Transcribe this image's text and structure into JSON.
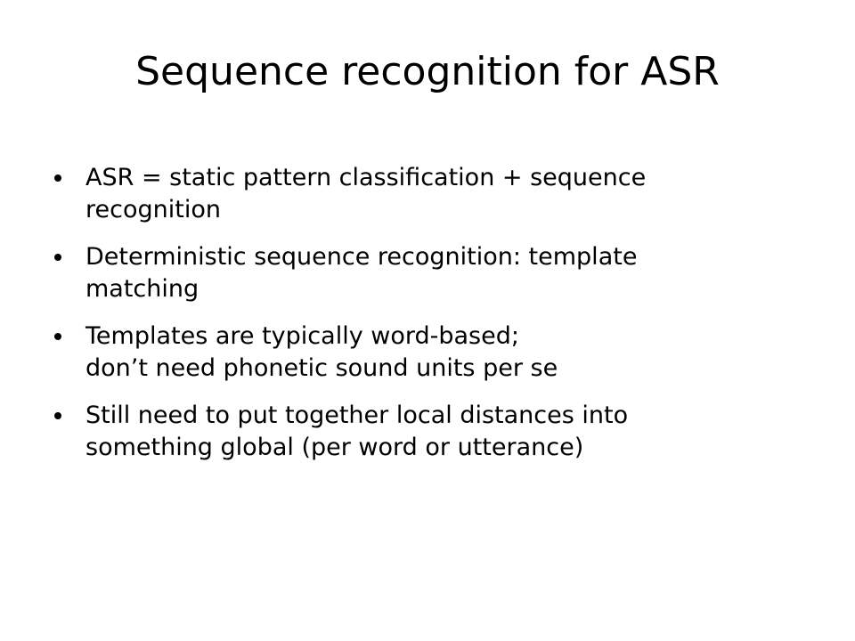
{
  "slide": {
    "title": "Sequence recognition for ASR",
    "bullets": [
      {
        "lines": [
          "ASR = static pattern classification + sequence",
          "recognition"
        ]
      },
      {
        "lines": [
          "Deterministic sequence recognition: template",
          "matching"
        ]
      },
      {
        "lines": [
          "Templates are typically word-based;",
          "don’t need phonetic sound units per se"
        ]
      },
      {
        "lines": [
          "Still need to put together local distances into",
          "something global (per word or utterance)"
        ]
      }
    ]
  }
}
